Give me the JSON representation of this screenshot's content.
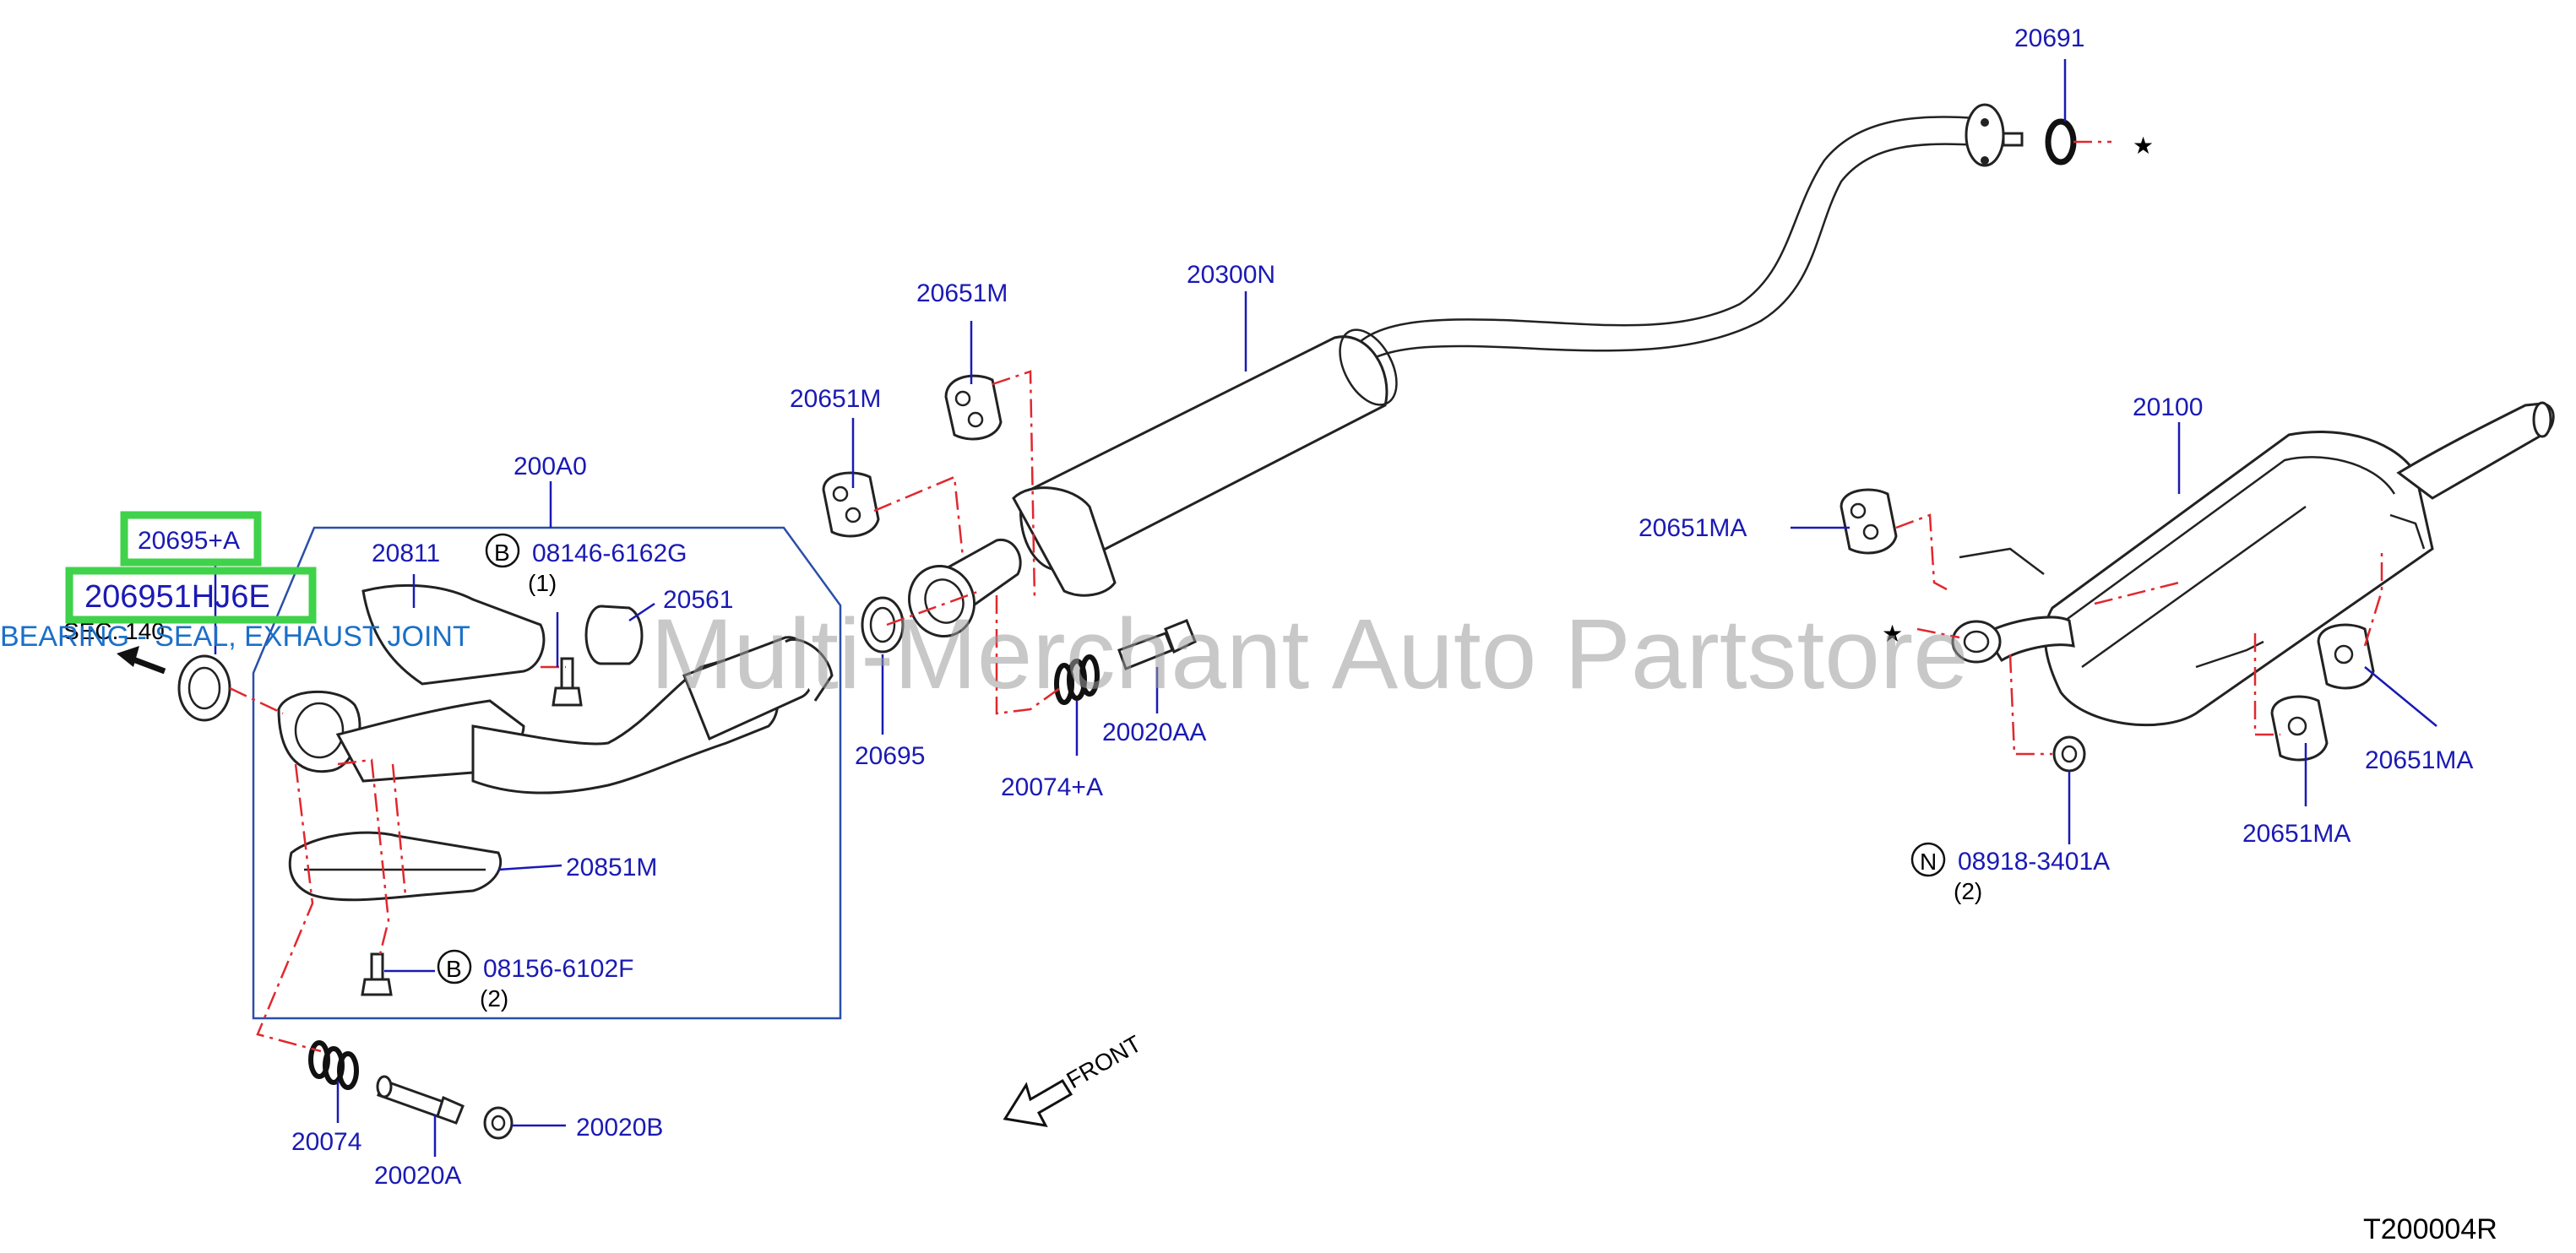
{
  "watermark": "Multi-Merchant Auto Partstore",
  "diagram_code": "T200004R",
  "highlight": {
    "primary_part": "20695+A",
    "selected_part": "206951HJ6E",
    "selected_description": "BEARING - SEAL, EXHAUST JOINT"
  },
  "front_label": "FRONT",
  "symbols": {
    "star": "★",
    "bolt_b": "B",
    "nut_n": "N"
  },
  "labels": {
    "p20691": "20691",
    "p20300N": "20300N",
    "p20651M_a": "20651M",
    "p20651M_b": "20651M",
    "p20100": "20100",
    "p20651MA_a": "20651MA",
    "p20651MA_b": "20651MA",
    "p20651MA_c": "20651MA",
    "p200A0": "200A0",
    "p20811": "20811",
    "p08146": "08146-6162G",
    "q08146": "(1)",
    "p20561": "20561",
    "sec": "SEC. 140",
    "p20695": "20695",
    "p20074A": "20074+A",
    "p20020AA": "20020AA",
    "p20851M": "20851M",
    "p08156": "08156-6102F",
    "q08156": "(2)",
    "p20074": "20074",
    "p20020A": "20020A",
    "p20020B": "20020B",
    "p08918": "08918-3401A",
    "q08918": "(2)"
  }
}
